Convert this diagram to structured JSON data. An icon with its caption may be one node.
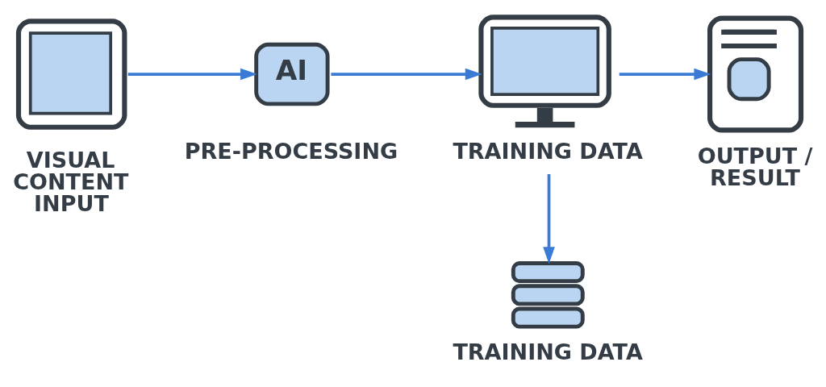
{
  "diagram": {
    "nodes": [
      {
        "text": [
          "VISUAL CONTENT INPUT"
        ]
      },
      {
        "text": [
          "AI",
          "PRE-PROCESSING"
        ]
      },
      {
        "text": [
          "TRAINING DATA"
        ]
      },
      {
        "text": [
          "OUTPUT / RESULT"
        ]
      },
      {
        "text": [
          "TRAINING DATA"
        ]
      }
    ],
    "edges": [
      {
        "from": 0,
        "to": 1,
        "arrow": "to"
      },
      {
        "from": 1,
        "to": 2,
        "arrow": "to"
      },
      {
        "from": 2,
        "to": 3,
        "arrow": "to"
      },
      {
        "from": 2,
        "to": 4,
        "arrow": "to"
      }
    ]
  }
}
